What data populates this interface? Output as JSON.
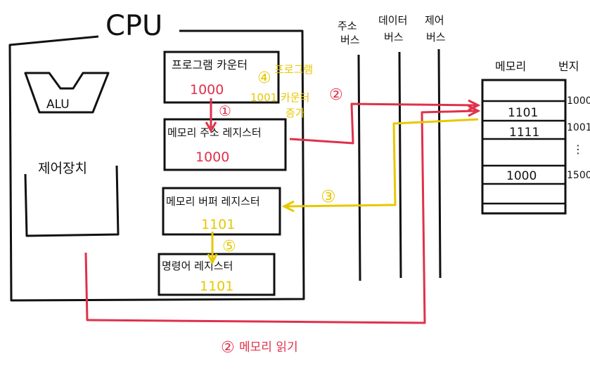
{
  "cpu": {
    "title": "CPU",
    "alu": "ALU",
    "control_unit": "제어장치"
  },
  "registers": {
    "pc": {
      "label": "프로그램 카운터",
      "value": "1000"
    },
    "mar": {
      "label": "메모리 주소 레지스터",
      "value": "1000"
    },
    "mbr": {
      "label": "메모리 버퍼 레지스터",
      "value": "1101"
    },
    "ir": {
      "label": "명령어 레지스터",
      "value": "1101"
    }
  },
  "buses": [
    {
      "line1": "주소",
      "line2": "버스"
    },
    {
      "line1": "데이터",
      "line2": "버스"
    },
    {
      "line1": "제어",
      "line2": "버스"
    }
  ],
  "memory": {
    "title": "메모리",
    "address_header": "번지",
    "cells": [
      "",
      "1101",
      "1111",
      "",
      "1000",
      ""
    ],
    "addresses": [
      "1000",
      "1001",
      "⋮",
      "1500"
    ]
  },
  "steps": {
    "s1": "①",
    "s2": "②",
    "s3": "③",
    "s4": "④",
    "s5": "⑤",
    "s4_text": [
      "프로그램",
      "1001 카운터",
      "증가"
    ],
    "read_label": "메모리 읽기"
  },
  "colors": {
    "ink": "#111111",
    "red": "#e0304a",
    "yellow": "#e6c800"
  }
}
